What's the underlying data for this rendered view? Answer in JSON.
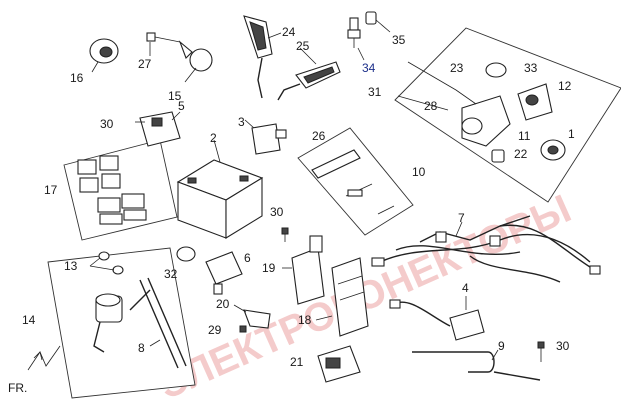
{
  "watermark": "ЭЛЕКТРОКОНЕКТОРЫ",
  "orientation_label": "FR.",
  "callouts": [
    {
      "id": "c1",
      "text": "1"
    },
    {
      "id": "c2",
      "text": "2"
    },
    {
      "id": "c3",
      "text": "3"
    },
    {
      "id": "c4",
      "text": "4"
    },
    {
      "id": "c5",
      "text": "5"
    },
    {
      "id": "c6",
      "text": "6"
    },
    {
      "id": "c7",
      "text": "7"
    },
    {
      "id": "c8",
      "text": "8"
    },
    {
      "id": "c9",
      "text": "9"
    },
    {
      "id": "c10",
      "text": "10"
    },
    {
      "id": "c11",
      "text": "11"
    },
    {
      "id": "c12",
      "text": "12"
    },
    {
      "id": "c13",
      "text": "13"
    },
    {
      "id": "c14",
      "text": "14"
    },
    {
      "id": "c15",
      "text": "15"
    },
    {
      "id": "c16",
      "text": "16"
    },
    {
      "id": "c17",
      "text": "17"
    },
    {
      "id": "c18",
      "text": "18"
    },
    {
      "id": "c19",
      "text": "19"
    },
    {
      "id": "c20",
      "text": "20"
    },
    {
      "id": "c21",
      "text": "21"
    },
    {
      "id": "c22",
      "text": "22"
    },
    {
      "id": "c23",
      "text": "23"
    },
    {
      "id": "c24",
      "text": "24"
    },
    {
      "id": "c25",
      "text": "25"
    },
    {
      "id": "c26",
      "text": "26"
    },
    {
      "id": "c27",
      "text": "27"
    },
    {
      "id": "c28",
      "text": "28"
    },
    {
      "id": "c29",
      "text": "29"
    },
    {
      "id": "c30a",
      "text": "30"
    },
    {
      "id": "c30b",
      "text": "30"
    },
    {
      "id": "c30c",
      "text": "30"
    },
    {
      "id": "c31",
      "text": "31"
    },
    {
      "id": "c32",
      "text": "32"
    },
    {
      "id": "c33",
      "text": "33"
    },
    {
      "id": "c34",
      "text": "34"
    },
    {
      "id": "c35",
      "text": "35"
    }
  ],
  "colors": {
    "ink": "#1a1a1a",
    "callout_blue": "#1c2f8a",
    "watermark": "#e06a6a"
  }
}
